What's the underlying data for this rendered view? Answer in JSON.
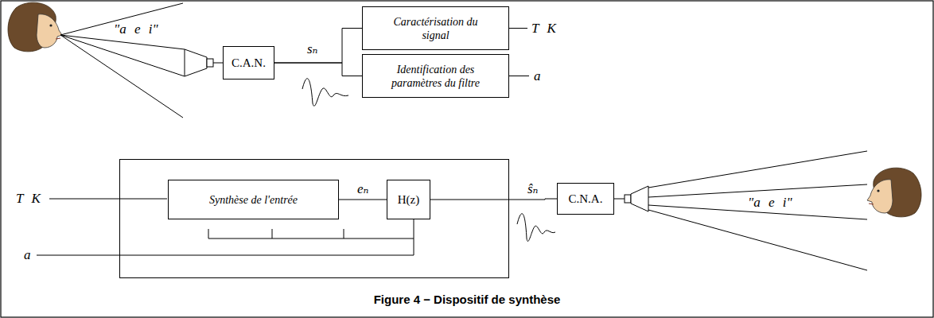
{
  "diagram": {
    "caption": "Figure 4 − Dispositif de synthèse",
    "nodes": [
      {
        "text": [
          "C.A.N."
        ]
      },
      {
        "text": [
          "Caractérisation du signal"
        ]
      },
      {
        "text": [
          "Identification des paramètres du filtre"
        ]
      },
      {
        "text": []
      },
      {
        "text": [
          "Synthèse de l'entrée"
        ],
        "in": 3
      },
      {
        "text": [
          "H(z)"
        ],
        "in": 3
      },
      {
        "text": [
          "C.N.A."
        ]
      }
    ],
    "edges": [
      {
        "from": 0,
        "to": 1,
        "arrow": "none"
      },
      {
        "from": 0,
        "to": 2,
        "arrow": "none"
      },
      {
        "from": 4,
        "to": 5,
        "arrow": "none",
        "label": "eₙ"
      },
      {
        "from": 5,
        "to": 6,
        "arrow": "none",
        "label": "ŝₙ"
      }
    ],
    "labels": [
      "\"a e i\"",
      "sₙ",
      "T K",
      "a",
      "T K",
      "a",
      "\"a e i\""
    ]
  }
}
